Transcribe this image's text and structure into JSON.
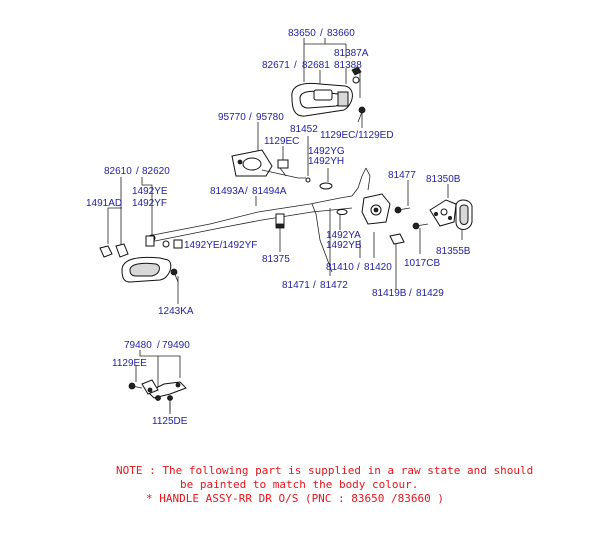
{
  "labels": {
    "l1": "83650",
    "l2": "83660",
    "l3": "81387A",
    "l4": "82671",
    "l5": "82681",
    "l6": "81388",
    "l7": "95770",
    "l8": "95780",
    "l9": "81452",
    "l10": "1129EC/1129ED",
    "l11": "1129EC",
    "l12": "1492YG",
    "l13": "1492YH",
    "l14": "82610",
    "l15": "82620",
    "l16": "81477",
    "l17": "81350B",
    "l18": "1492YE",
    "l19": "1492YF",
    "l20": "1491AD",
    "l21": "81493A",
    "l22": "81494A",
    "l23": "1492YA",
    "l24": "1492YB",
    "l25": "1492YE/1492YF",
    "l26": "81355B",
    "l27": "81375",
    "l28": "81410",
    "l29": "81420",
    "l30": "1017CB",
    "l31": "81471",
    "l32": "81472",
    "l33": "81419B",
    "l34": "81429",
    "l35": "1243KA",
    "l36": "79480",
    "l37": "79490",
    "l38": "1129EE",
    "l39": "1125DE"
  },
  "note": {
    "line1": "NOTE : The following part is supplied in a raw state and should",
    "line2": "be painted to match the body colour.",
    "line3": "* HANDLE ASSY-RR DR O/S (PNC : 83650 /83660 )"
  }
}
